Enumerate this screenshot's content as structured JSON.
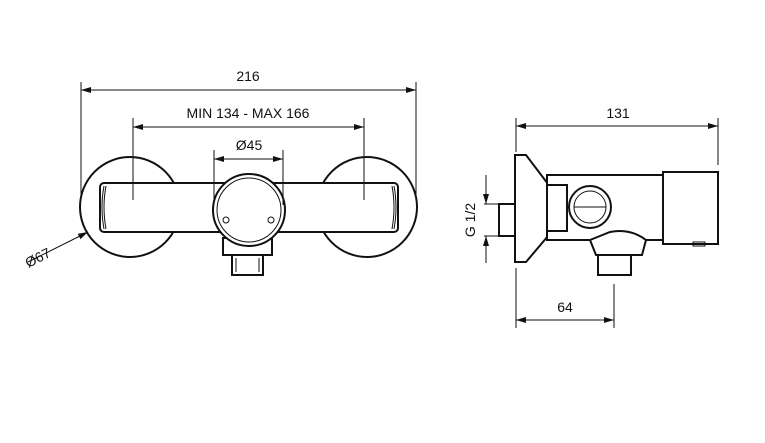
{
  "front_view": {
    "overall_width": "216",
    "center_distance": "MIN 134 - MAX 166",
    "knob_diameter": "Ø45",
    "rosette_diameter": "Ø67"
  },
  "side_view": {
    "depth": "131",
    "thread": "G 1/2",
    "outlet_distance": "64"
  }
}
